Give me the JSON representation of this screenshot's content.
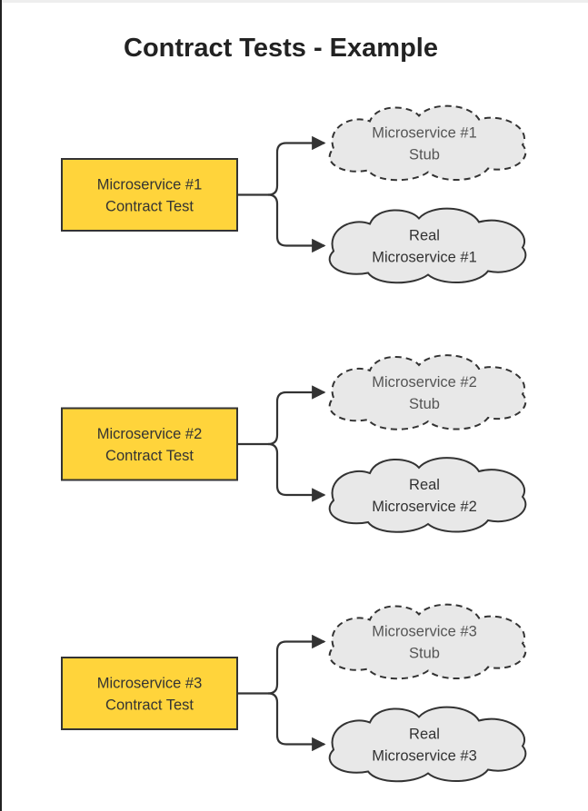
{
  "title": "Contract Tests - Example",
  "colors": {
    "test_box_fill": "#FFD43B",
    "cloud_fill": "#E8E8E8",
    "stroke": "#333333"
  },
  "groups": [
    {
      "test": {
        "line1": "Microservice #1",
        "line2": "Contract Test"
      },
      "stub": {
        "line1": "Microservice #1",
        "line2": "Stub"
      },
      "real": {
        "line1": "Real",
        "line2": "Microservice #1"
      }
    },
    {
      "test": {
        "line1": "Microservice #2",
        "line2": "Contract Test"
      },
      "stub": {
        "line1": "Microservice #2",
        "line2": "Stub"
      },
      "real": {
        "line1": "Real",
        "line2": "Microservice #2"
      }
    },
    {
      "test": {
        "line1": "Microservice #3",
        "line2": "Contract Test"
      },
      "stub": {
        "line1": "Microservice #3",
        "line2": "Stub"
      },
      "real": {
        "line1": "Real",
        "line2": "Microservice #3"
      }
    }
  ]
}
